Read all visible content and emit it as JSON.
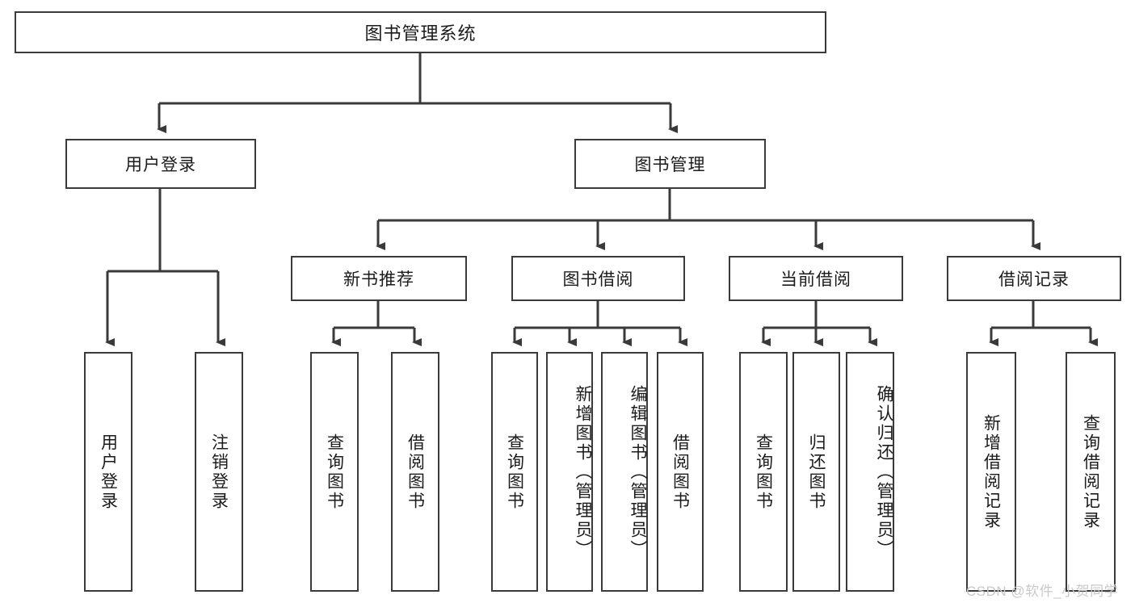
{
  "diagram": {
    "title": "图书管理系统",
    "type": "hierarchy-tree",
    "watermark": "CSDN @软件_小贺同学",
    "colors": {
      "background": "#ffffff",
      "box_border": "#3a3a3a",
      "box_fill": "#ffffff",
      "text": "#1b1b1b",
      "connector": "#3a3a3a",
      "watermark": "#c9c9c9"
    },
    "root": {
      "label": "图书管理系统"
    },
    "level1": [
      {
        "label": "用户登录"
      },
      {
        "label": "图书管理"
      }
    ],
    "level2": [
      {
        "label": "新书推荐"
      },
      {
        "label": "图书借阅"
      },
      {
        "label": "当前借阅"
      },
      {
        "label": "借阅记录"
      }
    ],
    "leaves": {
      "user_login": [
        {
          "label": "用户登录"
        },
        {
          "label": "注销登录"
        }
      ],
      "new_book_recommend": [
        {
          "label": "查询图书"
        },
        {
          "label": "借阅图书"
        }
      ],
      "book_borrow": [
        {
          "label": "查询图书"
        },
        {
          "label": "新增图书（管理员）"
        },
        {
          "label": "编辑图书（管理员）"
        },
        {
          "label": "借阅图书"
        }
      ],
      "current_borrow": [
        {
          "label": "查询图书"
        },
        {
          "label": "归还图书"
        },
        {
          "label": "确认归还（管理员）"
        }
      ],
      "borrow_record": [
        {
          "label": "新增借阅记录"
        },
        {
          "label": "查询借阅记录"
        }
      ]
    }
  }
}
